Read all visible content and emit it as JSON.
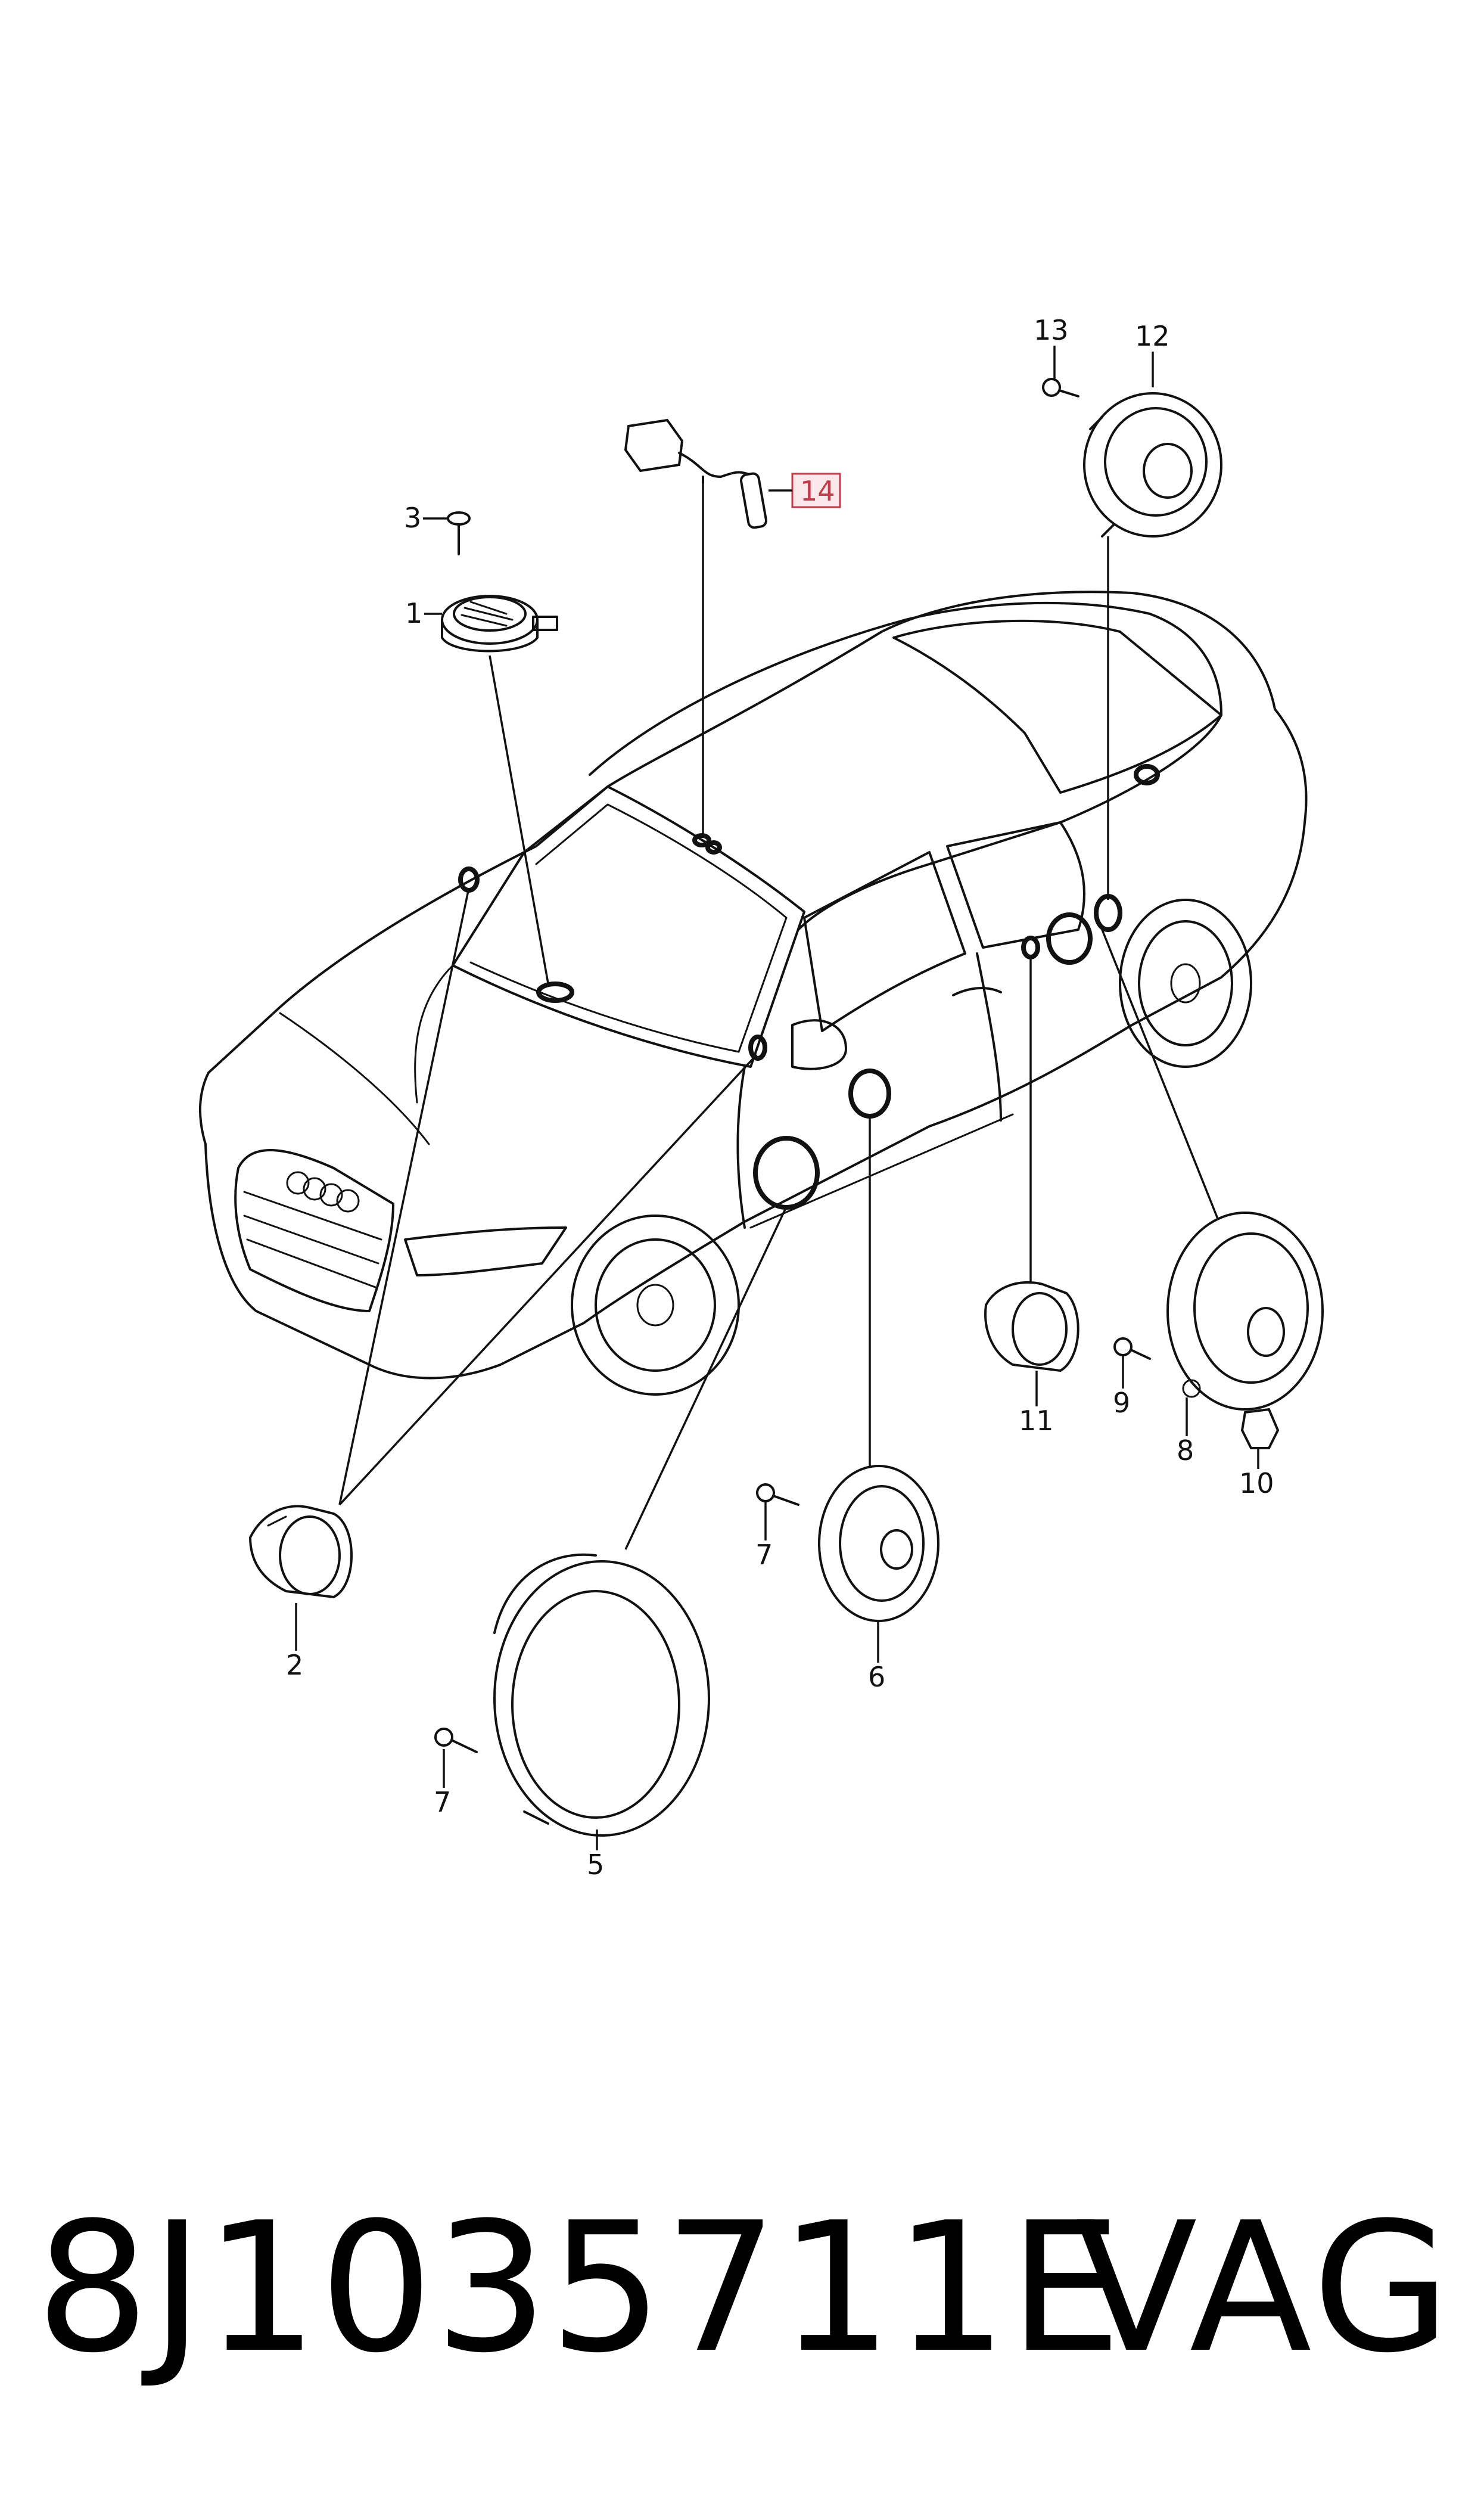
{
  "callouts": {
    "c1": "1",
    "c2": "2",
    "c3": "3",
    "c5": "5",
    "c6": "6",
    "c7a": "7",
    "c7b": "7",
    "c8": "8",
    "c9": "9",
    "c10": "10",
    "c11": "11",
    "c12": "12",
    "c13": "13",
    "c14": "14"
  },
  "highlight_color": "#c23b4a",
  "footer": {
    "part_number": "8J1035711E",
    "brand": "VAG"
  }
}
